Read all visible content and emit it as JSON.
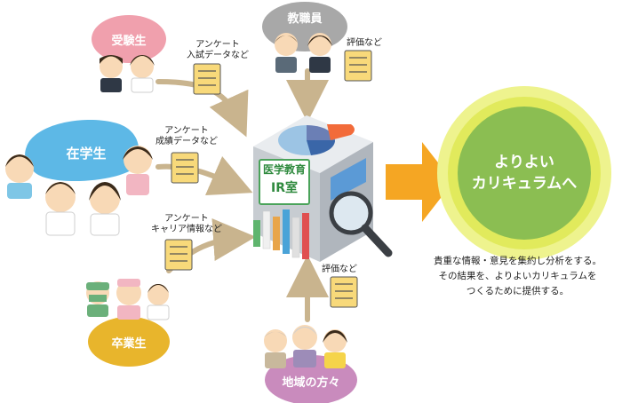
{
  "groups": {
    "applicants": {
      "name": "受験生",
      "data_label_1": "アンケート",
      "data_label_2": "入試データなど",
      "color": "#f0a0ad"
    },
    "students": {
      "name": "在学生",
      "data_label_1": "アンケート",
      "data_label_2": "成績データなど",
      "color": "#5db8e6"
    },
    "graduates": {
      "name": "卒業生",
      "data_label_1": "アンケート",
      "data_label_2": "キャリア情報など",
      "color": "#e8b52c"
    },
    "faculty": {
      "name": "教職員",
      "data_label": "評価など",
      "color": "#a8a8a8"
    },
    "community": {
      "name": "地域の方々",
      "data_label": "評価など",
      "color": "#c98bbd"
    }
  },
  "center": {
    "line1": "医学教育",
    "line2": "IR室"
  },
  "goal": {
    "line1": "よりよい",
    "line2": "カリキュラムへ",
    "color": "#8bbe52",
    "ring": "#e6ee6a"
  },
  "description": {
    "line1": "貴重な情報・意見を集約し分析をする。",
    "line2": "その結果を、よりよいカリキュラムを",
    "line3": "つくるために提供する。"
  },
  "colors": {
    "arrow": "#c9b48e",
    "big_arrow": "#f5a623",
    "note": "#f8d97a"
  }
}
